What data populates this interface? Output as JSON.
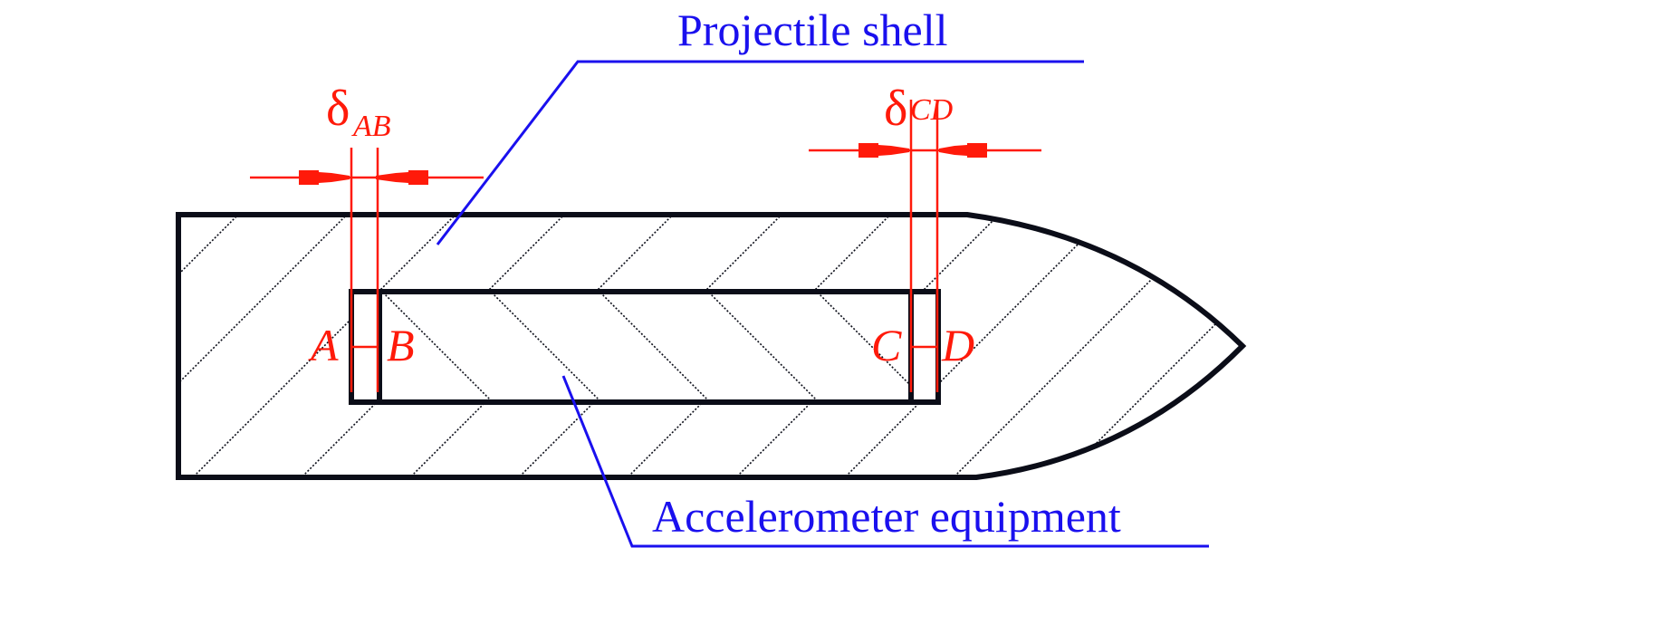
{
  "labels": {
    "shell": "Projectile shell",
    "equipment": "Accelerometer equipment",
    "delta_ab_symbol": "δ",
    "delta_ab_sub": "AB",
    "delta_cd_symbol": "δ",
    "delta_cd_sub": "CD",
    "point_a": "A",
    "point_b": "B",
    "point_c": "C",
    "point_d": "D"
  },
  "colors": {
    "outline": "#0b0d18",
    "dimension": "#ff1a0a",
    "leader": "#1a10ee"
  }
}
